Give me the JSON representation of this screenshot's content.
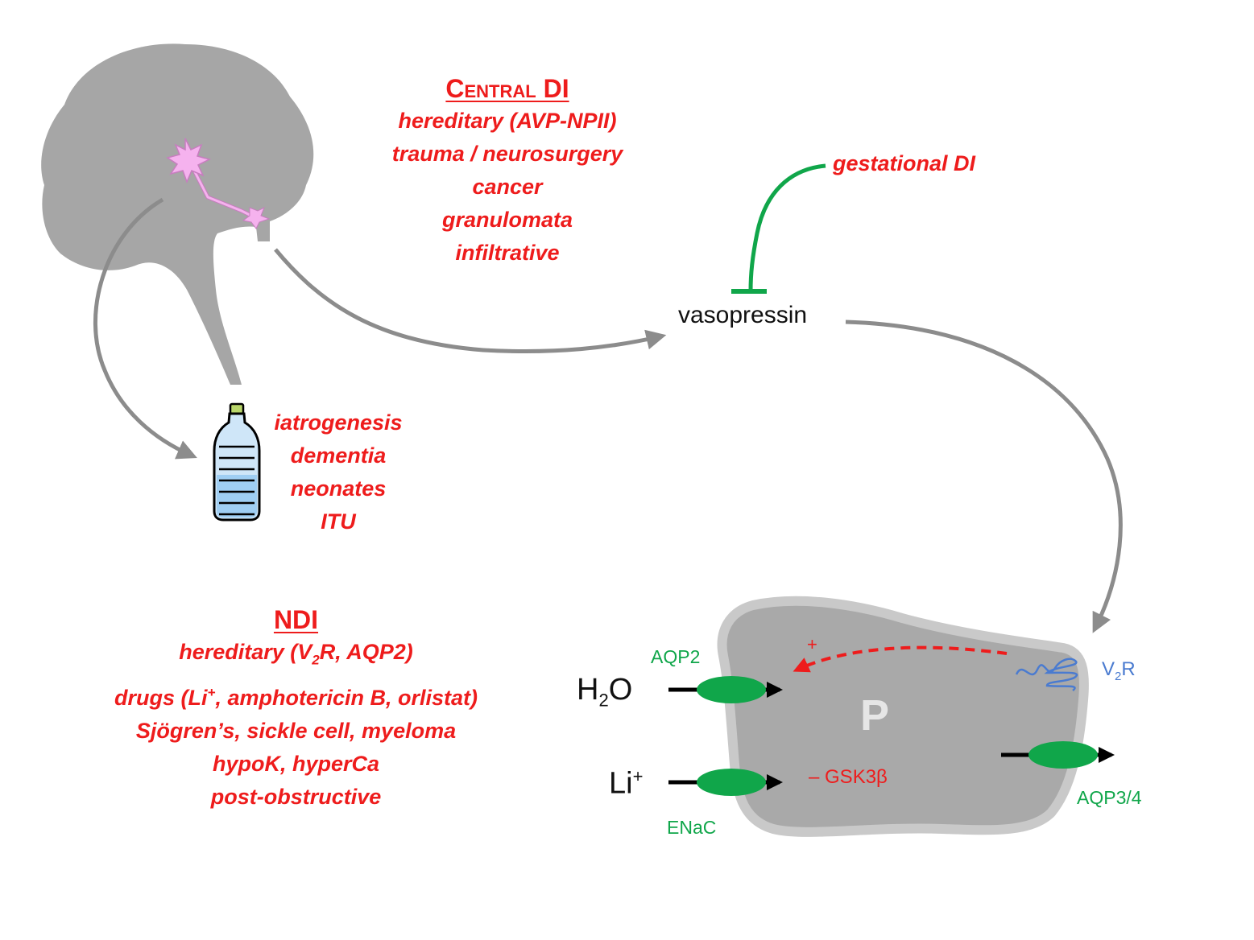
{
  "central_di": {
    "heading": "Central DI",
    "causes": [
      "hereditary (AVP-NPII)",
      "trauma / neurosurgery",
      "cancer",
      "granulomata",
      "infiltrative"
    ]
  },
  "gestational": {
    "label": "gestational DI"
  },
  "vasopressin": {
    "label": "vasopressin"
  },
  "dipsogenic": {
    "causes": [
      "iatrogenesis",
      "dementia",
      "neonates",
      "ITU"
    ]
  },
  "ndi": {
    "heading": "NDI",
    "line1_pre": "hereditary (V",
    "line1_sub": "2",
    "line1_post": "R,  AQP2)",
    "line2_pre": "drugs (Li",
    "line2_sup": "+",
    "line2_post": ", amphotericin B, orlistat)",
    "line3": "Sjögren’s, sickle cell, myeloma",
    "line4": "hypoK, hyperCa",
    "line5": "post-obstructive"
  },
  "cell": {
    "label": "P",
    "aqp2": "AQP2",
    "enac": "ENaC",
    "aqp34": "AQP3/4",
    "v2r_main": "V",
    "v2r_sub": "2",
    "v2r_post": "R",
    "plus": "+",
    "gsk": "– GSK3β",
    "h2o_h": "H",
    "h2o_sub": "2",
    "h2o_o": "O",
    "li": "Li",
    "li_sup": "+"
  },
  "colors": {
    "red": "#ee1c1c",
    "green": "#10a64a",
    "blue": "#4a7bd0",
    "grey": "#a6a6a6",
    "arrow_grey": "#8c8c8c"
  },
  "icons": [
    "brain-icon",
    "water-bottle-icon",
    "neuron-icon",
    "v2r-receptor-icon"
  ]
}
